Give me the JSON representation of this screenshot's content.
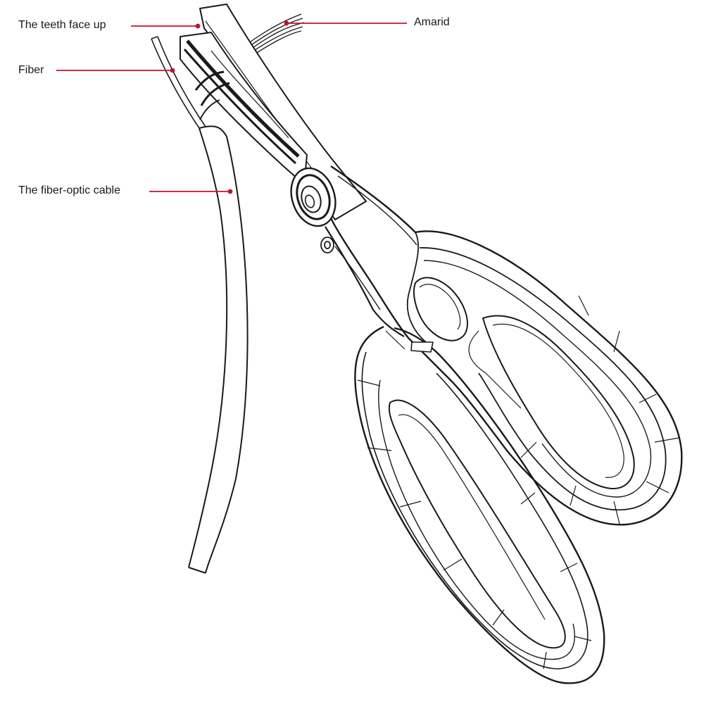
{
  "labels": {
    "teeth": "The teeth face up",
    "fiber": "Fiber",
    "cable": "The fiber-optic cable",
    "amarid": "Amarid"
  },
  "colors": {
    "line": "#1a1a1a",
    "leader": "#c8102e",
    "background": "#ffffff"
  },
  "icons": {
    "tool": "fiber-scissors-icon"
  }
}
